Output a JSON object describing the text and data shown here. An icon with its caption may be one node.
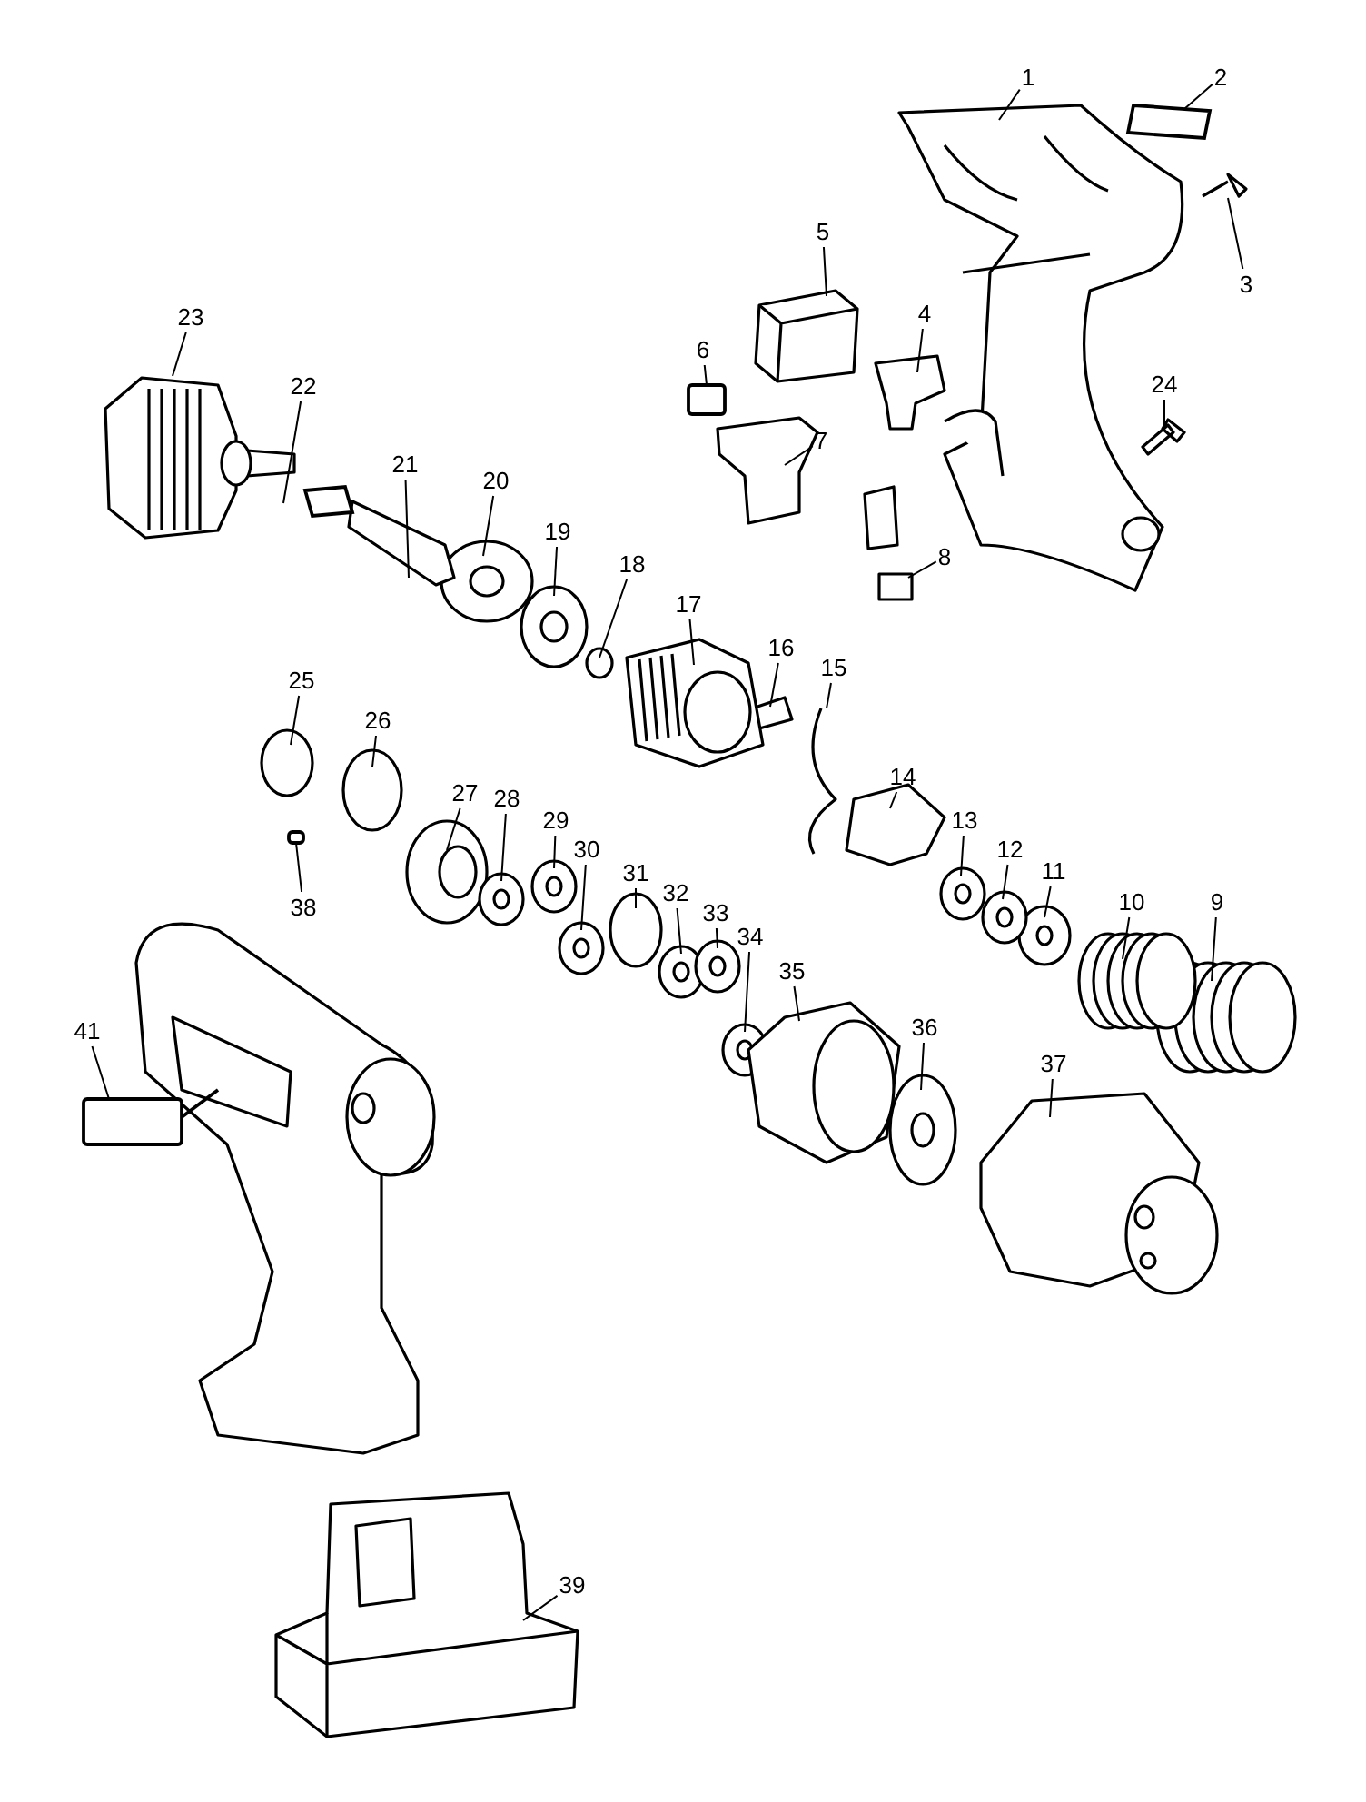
{
  "diagram": {
    "nodes": [
      {
        "text": [
          "1"
        ]
      },
      {
        "text": [
          "2"
        ]
      },
      {
        "text": [
          "3"
        ]
      },
      {
        "text": [
          "4"
        ]
      },
      {
        "text": [
          "5"
        ]
      },
      {
        "text": [
          "6"
        ]
      },
      {
        "text": [
          "7"
        ]
      },
      {
        "text": [
          "8"
        ]
      },
      {
        "text": [
          "9"
        ]
      },
      {
        "text": [
          "10"
        ]
      },
      {
        "text": [
          "11"
        ]
      },
      {
        "text": [
          "12"
        ]
      },
      {
        "text": [
          "13"
        ]
      },
      {
        "text": [
          "14"
        ]
      },
      {
        "text": [
          "15"
        ]
      },
      {
        "text": [
          "16"
        ]
      },
      {
        "text": [
          "17"
        ]
      },
      {
        "text": [
          "18"
        ]
      },
      {
        "text": [
          "19"
        ]
      },
      {
        "text": [
          "20"
        ]
      },
      {
        "text": [
          "21"
        ]
      },
      {
        "text": [
          "22"
        ]
      },
      {
        "text": [
          "23"
        ]
      },
      {
        "text": [
          "24"
        ]
      },
      {
        "text": [
          "25"
        ]
      },
      {
        "text": [
          "26"
        ]
      },
      {
        "text": [
          "27"
        ]
      },
      {
        "text": [
          "28"
        ]
      },
      {
        "text": [
          "29"
        ]
      },
      {
        "text": [
          "30"
        ]
      },
      {
        "text": [
          "31"
        ]
      },
      {
        "text": [
          "32"
        ]
      },
      {
        "text": [
          "33"
        ]
      },
      {
        "text": [
          "34"
        ]
      },
      {
        "text": [
          "35"
        ]
      },
      {
        "text": [
          "36"
        ]
      },
      {
        "text": [
          "37"
        ]
      },
      {
        "text": [
          "38"
        ]
      },
      {
        "text": [
          "39"
        ]
      },
      {
        "text": [
          "41"
        ]
      },
      {
        "text": [],
        "shape": "picture"
      },
      {
        "text": [],
        "shape": "box"
      },
      {
        "text": [],
        "shape": "picture"
      },
      {
        "text": [],
        "shape": "picture"
      },
      {
        "text": [],
        "shape": "picture"
      },
      {
        "text": [],
        "shape": "box"
      },
      {
        "text": [],
        "shape": "picture"
      },
      {
        "text": [],
        "shape": "picture"
      },
      {
        "text": [],
        "shape": "picture"
      },
      {
        "text": [],
        "shape": "circle"
      },
      {
        "text": [],
        "shape": "circle"
      },
      {
        "text": [],
        "shape": "circle"
      },
      {
        "text": [],
        "shape": "circle"
      },
      {
        "text": [],
        "shape": "picture"
      },
      {
        "text": [],
        "shape": "picture"
      },
      {
        "text": [],
        "shape": "picture"
      },
      {
        "text": [],
        "shape": "picture"
      },
      {
        "text": [],
        "shape": "circle"
      },
      {
        "text": [],
        "shape": "circle"
      },
      {
        "text": [],
        "shape": "circle"
      },
      {
        "text": [],
        "shape": "picture"
      },
      {
        "text": [],
        "shape": "box"
      },
      {
        "text": [],
        "shape": "picture"
      },
      {
        "text": [],
        "shape": "picture"
      },
      {
        "text": [],
        "shape": "circle"
      },
      {
        "text": [],
        "shape": "circle"
      },
      {
        "text": [],
        "shape": "circle"
      },
      {
        "text": [],
        "shape": "circle"
      },
      {
        "text": [],
        "shape": "circle"
      },
      {
        "text": [],
        "shape": "circle"
      },
      {
        "text": [],
        "shape": "circle"
      },
      {
        "text": [],
        "shape": "circle"
      },
      {
        "text": [],
        "shape": "circle"
      },
      {
        "text": [],
        "shape": "circle"
      },
      {
        "text": [],
        "shape": "picture"
      },
      {
        "text": [],
        "shape": "circle"
      },
      {
        "text": [],
        "shape": "picture"
      },
      {
        "text": [],
        "shape": "box"
      },
      {
        "text": [],
        "shape": "picture"
      },
      {
        "text": [],
        "shape": "box"
      }
    ],
    "edges": [
      {
        "from": 0,
        "to": 40,
        "arrow": "none"
      },
      {
        "from": 1,
        "to": 41,
        "arrow": "none"
      },
      {
        "from": 2,
        "to": 42,
        "arrow": "none"
      },
      {
        "from": 3,
        "to": 43,
        "arrow": "none"
      },
      {
        "from": 4,
        "to": 44,
        "arrow": "none"
      },
      {
        "from": 5,
        "to": 45,
        "arrow": "none"
      },
      {
        "from": 6,
        "to": 46,
        "arrow": "none"
      },
      {
        "from": 7,
        "to": 47,
        "arrow": "none"
      },
      {
        "from": 8,
        "to": 48,
        "arrow": "none"
      },
      {
        "from": 9,
        "to": 49,
        "arrow": "none"
      },
      {
        "from": 10,
        "to": 50,
        "arrow": "none"
      },
      {
        "from": 11,
        "to": 51,
        "arrow": "none"
      },
      {
        "from": 12,
        "to": 52,
        "arrow": "none"
      },
      {
        "from": 13,
        "to": 53,
        "arrow": "none"
      },
      {
        "from": 14,
        "to": 54,
        "arrow": "none"
      },
      {
        "from": 15,
        "to": 55,
        "arrow": "none"
      },
      {
        "from": 16,
        "to": 56,
        "arrow": "none"
      },
      {
        "from": 17,
        "to": 57,
        "arrow": "none"
      },
      {
        "from": 18,
        "to": 58,
        "arrow": "none"
      },
      {
        "from": 19,
        "to": 59,
        "arrow": "none"
      },
      {
        "from": 20,
        "to": 60,
        "arrow": "none"
      },
      {
        "from": 21,
        "to": 61,
        "arrow": "none"
      },
      {
        "from": 22,
        "to": 62,
        "arrow": "none"
      },
      {
        "from": 23,
        "to": 63,
        "arrow": "none"
      },
      {
        "from": 24,
        "to": 64,
        "arrow": "none"
      },
      {
        "from": 25,
        "to": 65,
        "arrow": "none"
      },
      {
        "from": 26,
        "to": 66,
        "arrow": "none"
      },
      {
        "from": 27,
        "to": 67,
        "arrow": "none"
      },
      {
        "from": 28,
        "to": 68,
        "arrow": "none"
      },
      {
        "from": 29,
        "to": 69,
        "arrow": "none"
      },
      {
        "from": 30,
        "to": 70,
        "arrow": "none"
      },
      {
        "from": 31,
        "to": 71,
        "arrow": "none"
      },
      {
        "from": 32,
        "to": 72,
        "arrow": "none"
      },
      {
        "from": 33,
        "to": 73,
        "arrow": "none"
      },
      {
        "from": 34,
        "to": 74,
        "arrow": "none"
      },
      {
        "from": 35,
        "to": 75,
        "arrow": "none"
      },
      {
        "from": 36,
        "to": 76,
        "arrow": "none"
      },
      {
        "from": 37,
        "to": 77,
        "arrow": "none"
      },
      {
        "from": 38,
        "to": 78,
        "arrow": "none"
      },
      {
        "from": 39,
        "to": 79,
        "arrow": "none"
      }
    ]
  }
}
